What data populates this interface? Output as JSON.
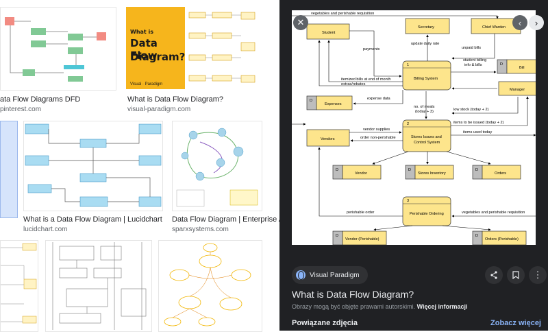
{
  "results": [
    {
      "title": "ata Flow Diagrams DFD",
      "source": "pinterest.com"
    },
    {
      "title": "What is Data Flow Diagram?",
      "source": "visual-paradigm.com"
    },
    {
      "title": "What is a Data Flow Diagram | Lucidchart",
      "source": "lucidchart.com"
    },
    {
      "title": "Data Flow Diagram | Enterprise Ar...",
      "source": "sparxsystems.com"
    }
  ],
  "vp_thumb": {
    "line1": "What is",
    "line2": "Data Flow",
    "line3": "Diagram?",
    "brand": "Visual · Paradigm"
  },
  "viewer": {
    "close_icon": "✕",
    "prev_icon": "‹",
    "next_icon": "›",
    "source_name": "Visual Paradigm",
    "share_icon": "share-icon",
    "bookmark_icon": "bookmark-icon",
    "more_icon": "⋮",
    "title": "What is Data Flow Diagram?",
    "note": "Obrazy mogą być objęte prawami autorskimi.",
    "note_more": "Więcej informacji",
    "related": "Powiązane zdjęcia",
    "see_more": "Zobacz więcej"
  },
  "dfd": {
    "entities": {
      "student": "Student",
      "secretary": "Secretary",
      "chief_warden": "Chief Warden",
      "manager": "Manager",
      "vendors": "Vendors"
    },
    "processes": {
      "p1_num": "1",
      "p1": "Billing System",
      "p2_num": "2",
      "p2a": "Stores Issues and",
      "p2b": "Control System",
      "p3_num": "3",
      "p3": "Perishable Ordering"
    },
    "stores": {
      "d": "D",
      "bill": "Bill",
      "expenses": "Expenses",
      "vendor": "Vendor",
      "stores_inventory": "Stores Inventory",
      "orders": "Orders",
      "vendor_perishable": "Vendor (Perishable)",
      "orders_perishable": "Orders (Perishable)"
    },
    "flows": {
      "veg_req_top": "vegetables and perishable requisition",
      "payments": "payments",
      "update_daily": "update daily rate",
      "unpaid_bills": "unpaid bills",
      "student_billing1": "student billing",
      "student_billing2": "info & bills",
      "itemized": "itemized bills at end of month",
      "extras": "extras/rebates",
      "expense_data": "expense data",
      "meals1": "no. of meals",
      "meals2": "(today + 3)",
      "low_stock": "low stock (today + 2)",
      "items_issued": "items to be issued (today + 2)",
      "items_used": "items used today",
      "vendor_supplies": "vendor supplies",
      "order_nonperishable": "order non-perishable",
      "perishable_order": "perishable order",
      "veg_req_bottom": "vegetables and perishable requisition"
    }
  }
}
